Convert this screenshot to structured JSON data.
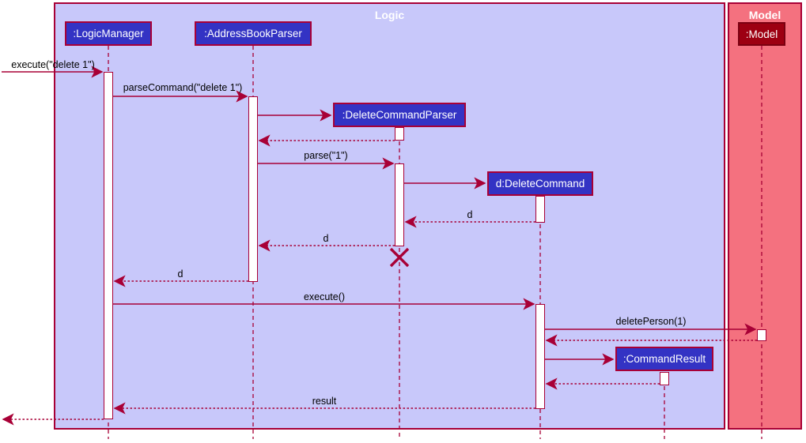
{
  "diagram_type": "uml-sequence-diagram",
  "frames": {
    "logic": {
      "title": "Logic"
    },
    "model": {
      "title": "Model"
    }
  },
  "participants": {
    "logic_manager": {
      "label": ":LogicManager"
    },
    "address_book_parser": {
      "label": ":AddressBookParser"
    },
    "delete_command_parser": {
      "label": ":DeleteCommandParser"
    },
    "delete_command": {
      "label": "d:DeleteCommand"
    },
    "command_result": {
      "label": ":CommandResult"
    },
    "model": {
      "label": ":Model"
    }
  },
  "messages": {
    "execute_delete": {
      "label": "execute(\"delete 1\")",
      "kind": "sync-call"
    },
    "parse_command": {
      "label": "parseCommand(\"delete 1\")",
      "kind": "sync-call"
    },
    "create_parser": {
      "label": "",
      "kind": "create"
    },
    "return_parser": {
      "label": "",
      "kind": "return"
    },
    "parse_1": {
      "label": "parse(\"1\")",
      "kind": "sync-call"
    },
    "create_command": {
      "label": "",
      "kind": "create"
    },
    "return_d_1": {
      "label": "d",
      "kind": "return"
    },
    "return_d_2": {
      "label": "d",
      "kind": "return"
    },
    "return_d_3": {
      "label": "d",
      "kind": "return"
    },
    "execute_cmd": {
      "label": "execute()",
      "kind": "sync-call"
    },
    "delete_person": {
      "label": "deletePerson(1)",
      "kind": "sync-call"
    },
    "return_model": {
      "label": "",
      "kind": "return"
    },
    "create_result": {
      "label": "",
      "kind": "create"
    },
    "return_cresult": {
      "label": "",
      "kind": "return"
    },
    "return_result": {
      "label": "result",
      "kind": "return"
    },
    "return_caller": {
      "label": "",
      "kind": "return"
    }
  },
  "colors": {
    "arrow": "#A80036",
    "frame_border": "#A80036",
    "logic_bg": "#C8C8FA",
    "model_bg": "#F4717F",
    "logic_box_bg": "#3333C4",
    "model_box_bg": "#9D0012",
    "model_box_border": "#7A0011",
    "box_text": "#FFFFFF",
    "label_text": "#000000"
  }
}
